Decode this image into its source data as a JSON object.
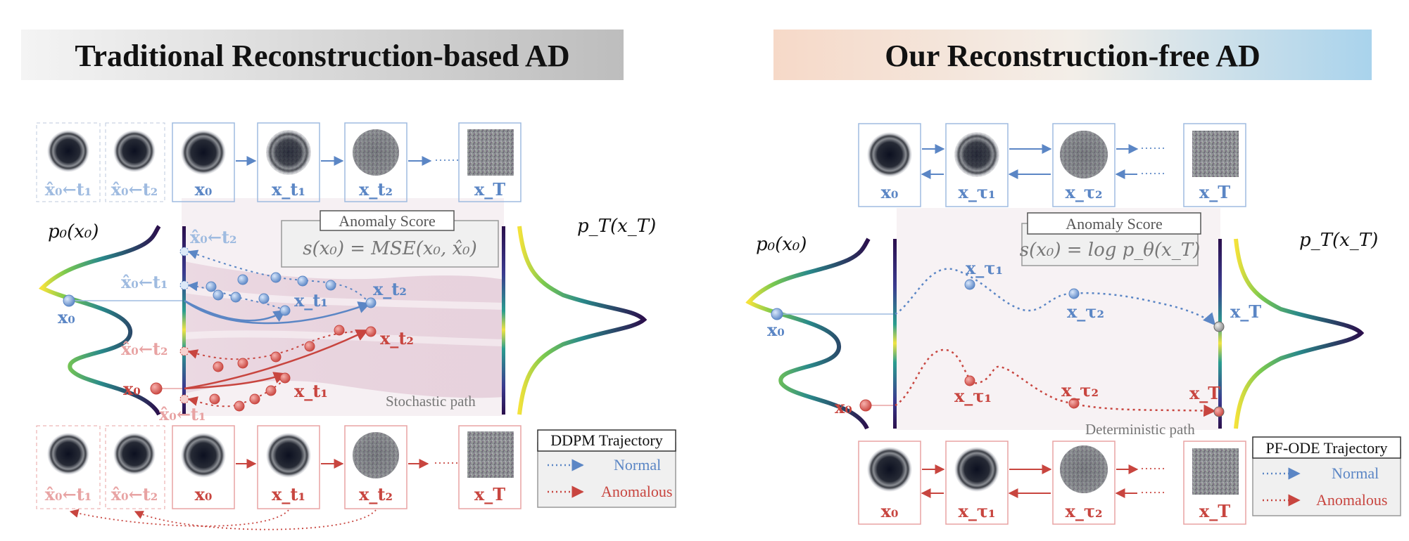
{
  "left_panel": {
    "title": "Traditional Reconstruction-based AD",
    "p0_label": "p₀(x₀)",
    "pT_label": "p_T(x_T)",
    "top_row_labels": [
      "x̂₀←t₁",
      "x̂₀←t₂",
      "x₀",
      "x_t₁",
      "x_t₂",
      "x_T"
    ],
    "bottom_row_labels": [
      "x̂₀←t₁",
      "x̂₀←t₂",
      "x₀",
      "x_t₁",
      "x_t₂",
      "x_T"
    ],
    "ellipsis": "······",
    "score_box": {
      "title": "Anomaly Score",
      "formula": "s(x₀) = MSE(x₀, x̂₀)"
    },
    "normal_labels": {
      "x0": "x₀",
      "xt1": "x_t₁",
      "xt2": "x_t₂",
      "rec1": "x̂₀←t₁",
      "rec2": "x̂₀←t₂"
    },
    "anomalous_labels": {
      "x0": "x₀",
      "xt1": "x_t₁",
      "xt2": "x_t₂",
      "rec1": "x̂₀←t₁",
      "rec2": "x̂₀←t₂"
    },
    "path_label": "Stochastic path",
    "legend": {
      "title": "DDPM Trajectory",
      "normal": "Normal",
      "anomalous": "Anomalous"
    }
  },
  "right_panel": {
    "title": "Our Reconstruction-free AD",
    "p0_label": "p₀(x₀)",
    "pT_label": "p_T(x_T)",
    "top_row_labels": [
      "x₀",
      "x_τ₁",
      "x_τ₂",
      "x_T"
    ],
    "bottom_row_labels": [
      "x₀",
      "x_τ₁",
      "x_τ₂",
      "x_T"
    ],
    "ellipsis": "······",
    "score_box": {
      "title": "Anomaly Score",
      "formula": "s(x₀) = log p_θ(x_T)"
    },
    "normal_labels": {
      "x0": "x₀",
      "xtau1": "x_τ₁",
      "xtau2": "x_τ₂",
      "xT": "x_T"
    },
    "anomalous_labels": {
      "x0": "x₀",
      "xtau1": "x_τ₁",
      "xtau2": "x_τ₂",
      "xT": "x_T"
    },
    "path_label": "Deterministic path",
    "legend": {
      "title": "PF-ODE Trajectory",
      "normal": "Normal",
      "anomalous": "Anomalous"
    }
  },
  "colors": {
    "normal": "#5b86c5",
    "anomalous": "#c8453f",
    "box_normal": "#9fbbe0",
    "box_anomalous": "#e8a3a3",
    "density_dark": "#2b0f4c",
    "band": "#d7b7c9"
  }
}
